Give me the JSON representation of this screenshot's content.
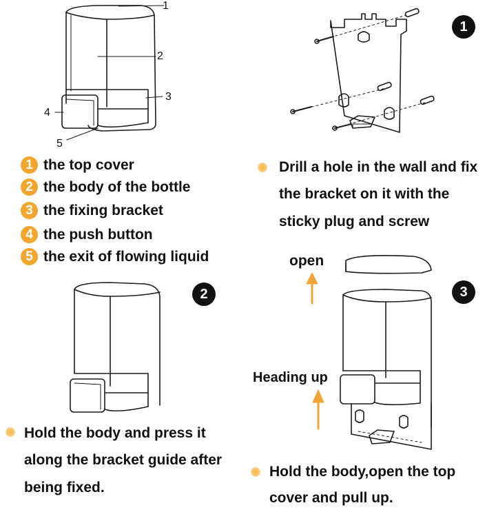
{
  "callouts": [
    "1",
    "2",
    "3",
    "4",
    "5"
  ],
  "parts": [
    {
      "num": "1",
      "label": "the top cover"
    },
    {
      "num": "2",
      "label": "the body of the bottle"
    },
    {
      "num": "3",
      "label": "the fixing bracket"
    },
    {
      "num": "4",
      "label": "the push button"
    },
    {
      "num": "5",
      "label": "the exit of flowing liquid"
    }
  ],
  "steps": [
    {
      "badge": "1",
      "lines": [
        "Drill a hole in the wall and fix",
        "the bracket on it with the",
        "sticky plug and screw"
      ]
    },
    {
      "badge": "2",
      "lines": [
        "Hold the body and press it",
        "along the bracket guide after",
        "being fixed."
      ]
    },
    {
      "badge": "3",
      "lines": [
        "Hold the body,open the top",
        "cover and pull up."
      ]
    }
  ],
  "arrows": {
    "open": "open",
    "heading_up": "Heading up"
  },
  "colors": {
    "accent": "#f3a531",
    "arrow": "#f0a43a",
    "line": "#1a1a1a",
    "badge": "#111111"
  }
}
